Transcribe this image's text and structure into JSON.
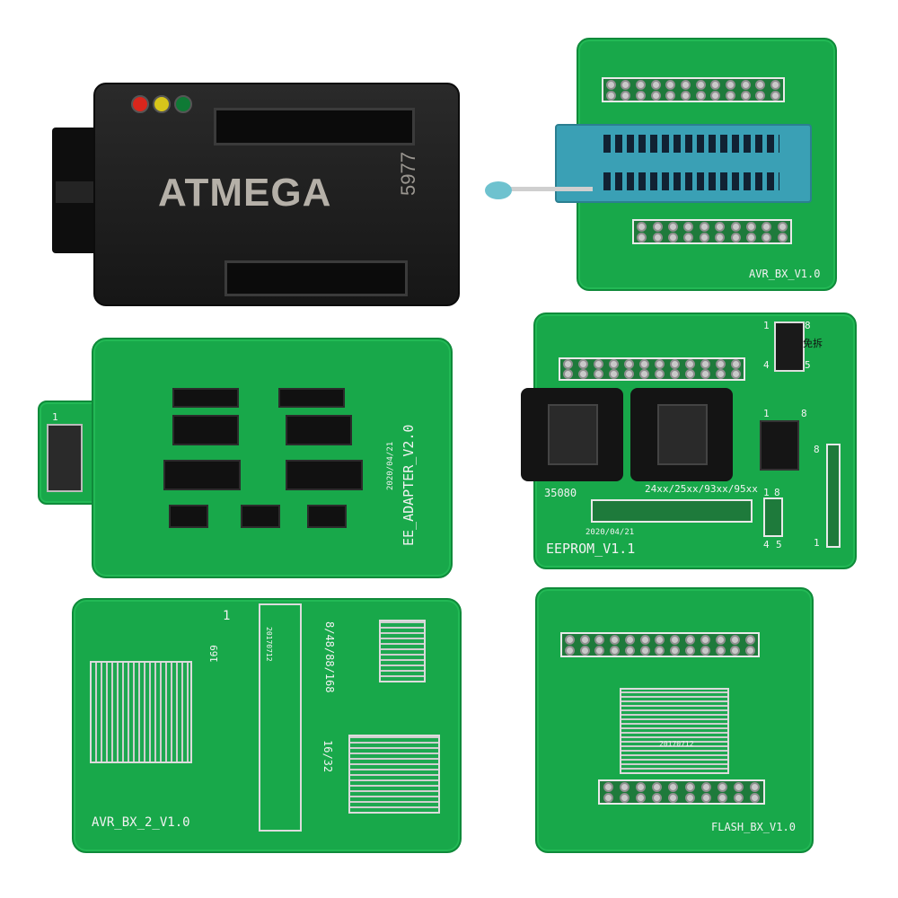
{
  "atmega": {
    "label": "ATMEGA",
    "model": "5977",
    "leds": [
      "#d9261c",
      "#d7c51a",
      "#0f7a35"
    ]
  },
  "boards": {
    "avr_bx": {
      "label": "AVR_BX_V1.0"
    },
    "ee_adapter": {
      "label": "EE_ADAPTER_V2.0",
      "date": "2020/04/21",
      "pin1": "1"
    },
    "eeprom": {
      "label": "EEPROM_V1.1",
      "date": "2020/04/21",
      "part_a": "35080",
      "part_b": "24xx/25xx/93xx/95xx",
      "hdr_top_left": "1",
      "hdr_top_right": "8",
      "hdr_bot_left": "4",
      "hdr_bot_right": "5",
      "cn_mark": "免拆",
      "dip_1": "1",
      "dip_8": "8",
      "small_1": "1",
      "small_8": "8",
      "small_4": "4",
      "small_5": "5",
      "side_8": "8",
      "side_1": "1"
    },
    "avr_bx_2": {
      "label": "AVR_BX_2_V1.0",
      "chip_a": "169",
      "chip_b": "8/48/88/168",
      "chip_c": "16/32",
      "code": "20170712",
      "pin1": "1"
    },
    "flash_bx": {
      "label": "FLASH_BX_V1.0",
      "code": "20170712"
    }
  },
  "colors": {
    "pcb": "#18a84a",
    "zif_socket": "#3aa0b5",
    "case": "#1c1c1c"
  }
}
